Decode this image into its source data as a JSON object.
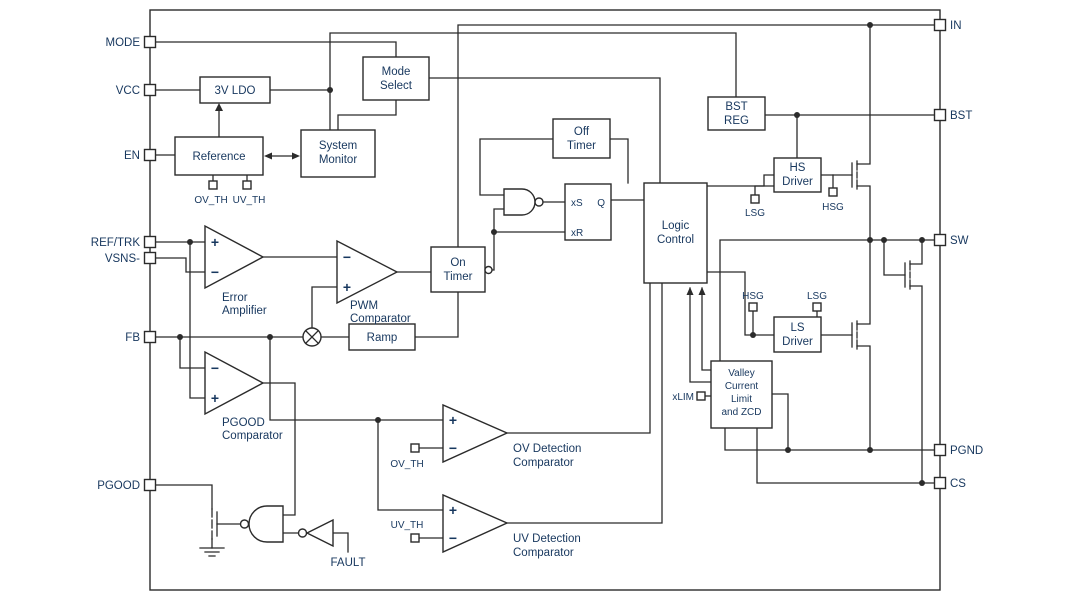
{
  "colors": {
    "line": "#2b2b2b",
    "text": "#17375e",
    "background": "#ffffff"
  },
  "pins": {
    "left": [
      {
        "label": "MODE"
      },
      {
        "label": "VCC"
      },
      {
        "label": "EN"
      },
      {
        "label": "REF/TRK"
      },
      {
        "label": "VSNS-"
      },
      {
        "label": "FB"
      },
      {
        "label": "PGOOD"
      }
    ],
    "right": [
      {
        "label": "IN"
      },
      {
        "label": "BST"
      },
      {
        "label": "SW"
      },
      {
        "label": "PGND"
      },
      {
        "label": "CS"
      }
    ]
  },
  "blocks": {
    "ldo": {
      "l1": "3V LDO"
    },
    "mode_select": {
      "l1": "Mode",
      "l2": "Select"
    },
    "reference": {
      "l1": "Reference"
    },
    "system_monitor": {
      "l1": "System",
      "l2": "Monitor"
    },
    "off_timer": {
      "l1": "Off",
      "l2": "Timer"
    },
    "on_timer": {
      "l1": "On",
      "l2": "Timer"
    },
    "ramp": {
      "l1": "Ramp"
    },
    "bst_reg": {
      "l1": "BST",
      "l2": "REG"
    },
    "hs_driver": {
      "l1": "HS",
      "l2": "Driver"
    },
    "ls_driver": {
      "l1": "LS",
      "l2": "Driver"
    },
    "logic_control": {
      "l1": "Logic",
      "l2": "Control"
    },
    "valley": {
      "l1": "Valley",
      "l2": "Current",
      "l3": "Limit",
      "l4": "and ZCD"
    }
  },
  "amps": {
    "error": {
      "l1": "Error",
      "l2": "Amplifier"
    },
    "pwm": {
      "l1": "PWM",
      "l2": "Comparator"
    },
    "pgood": {
      "l1": "PGOOD",
      "l2": "Comparator"
    },
    "ov": {
      "l1": "OV Detection",
      "l2": "Comparator"
    },
    "uv": {
      "l1": "UV Detection",
      "l2": "Comparator"
    }
  },
  "latch": {
    "s": "xS",
    "r": "xR",
    "q": "Q"
  },
  "signs": {
    "plus": "+",
    "minus": "−"
  },
  "labels": {
    "ov_th_ref": "OV_TH",
    "uv_th_ref": "UV_TH",
    "lsg_hs": "LSG",
    "hsg_hs": "HSG",
    "hsg_ls": "HSG",
    "lsg_ls": "LSG",
    "xlim": "xLIM",
    "ov_th_cmp": "OV_TH",
    "uv_th_cmp": "UV_TH",
    "fault": "FAULT"
  }
}
